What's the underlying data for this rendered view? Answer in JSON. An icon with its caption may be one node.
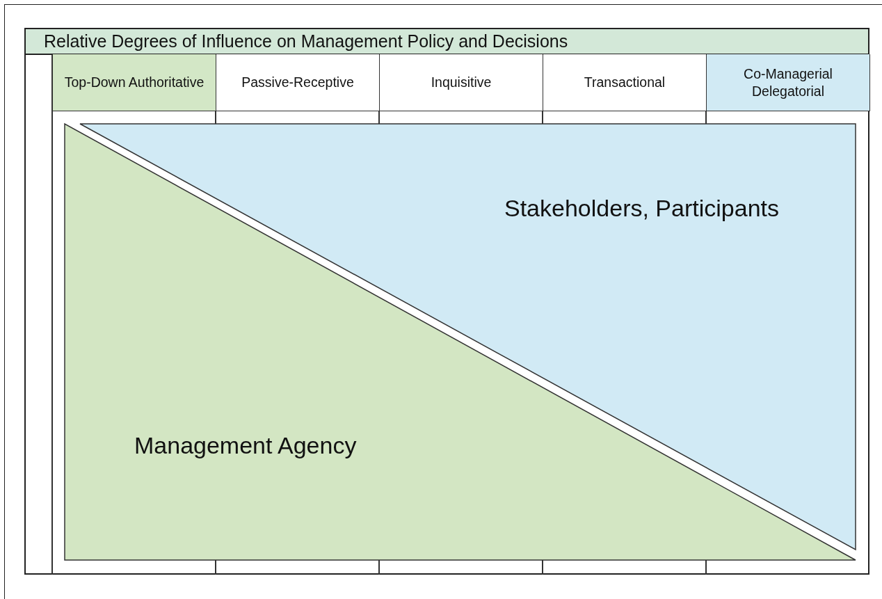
{
  "diagram": {
    "title": "Relative Degrees of Influence on Management Policy and Decisions",
    "nodes": [
      {
        "text": [
          "Top-Down Authoritative"
        ]
      },
      {
        "text": [
          "Passive-Receptive"
        ]
      },
      {
        "text": [
          "Inquisitive"
        ]
      },
      {
        "text": [
          "Transactional"
        ]
      },
      {
        "text": [
          "Co-Managerial Delegatorial"
        ]
      },
      {
        "text": [
          "Stakeholders, Participants"
        ]
      },
      {
        "text": [
          "Management Agency"
        ]
      }
    ]
  }
}
